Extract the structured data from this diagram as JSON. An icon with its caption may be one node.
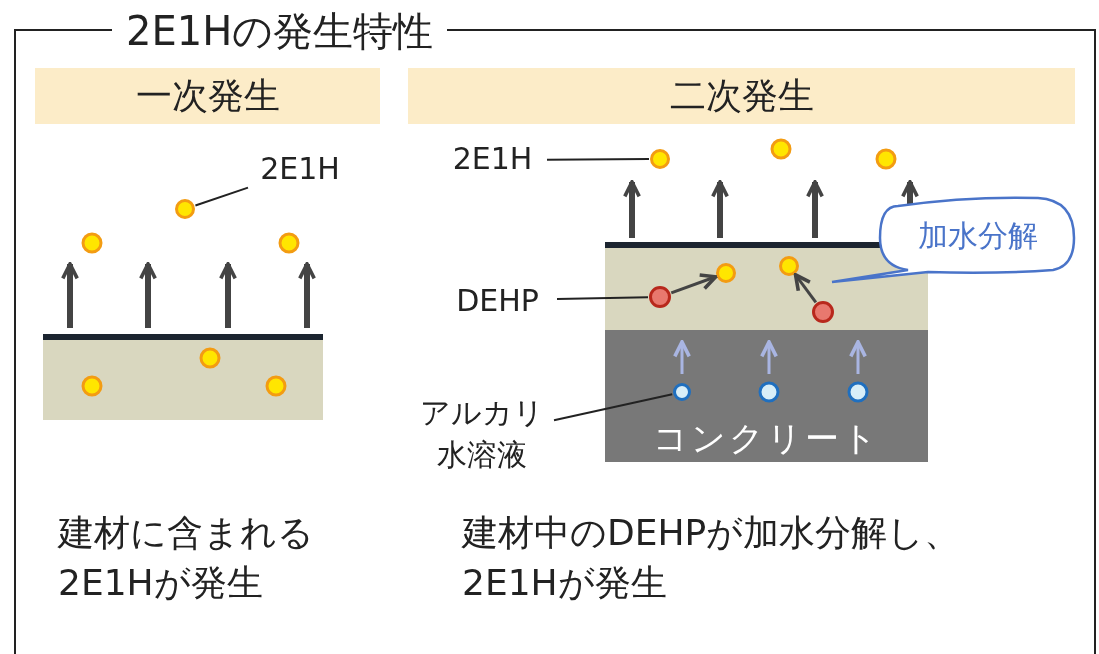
{
  "diagram": {
    "title": "2E1Hの発生特性",
    "nodes": [
      {
        "text": [
          "一次発生"
        ]
      },
      {
        "text": [
          "二次発生"
        ]
      },
      {
        "text": [
          "2E1H"
        ]
      },
      {
        "text": [],
        "shape": "circle"
      },
      {
        "text": [
          "2E1H"
        ]
      },
      {
        "text": [],
        "shape": "circle"
      },
      {
        "text": [
          "DEHP"
        ]
      },
      {
        "text": [],
        "shape": "circle"
      },
      {
        "text": [],
        "shape": "circle"
      },
      {
        "text": [],
        "shape": "circle"
      },
      {
        "text": [],
        "shape": "circle"
      },
      {
        "text": [
          "加水分解"
        ]
      },
      {
        "text": [
          "アルカリ水溶液"
        ]
      },
      {
        "text": [
          "コンクリート"
        ]
      },
      {
        "text": [],
        "shape": "circle",
        "in": 13
      }
    ],
    "edges": [
      {
        "from": 2,
        "to": 3,
        "arrow": "none"
      },
      {
        "from": 4,
        "to": 5,
        "arrow": "none"
      },
      {
        "from": 6,
        "to": 7,
        "arrow": "none"
      },
      {
        "from": 7,
        "to": 8,
        "arrow": "to"
      },
      {
        "from": 9,
        "to": 10,
        "arrow": "to"
      },
      {
        "from": 12,
        "to": 14,
        "arrow": "none"
      }
    ],
    "labels": [
      "建材に含まれる2E1Hが発生",
      "建材中のDEHPが加水分解し、2E1Hが発生"
    ]
  }
}
